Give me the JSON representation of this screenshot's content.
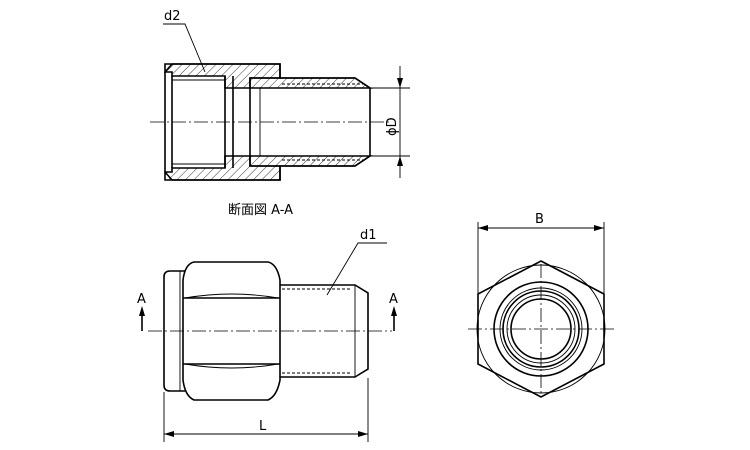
{
  "labels": {
    "d2": "d2",
    "phiD": "ϕD",
    "section_title": "断面図 A-A",
    "d1": "d1",
    "B": "B",
    "section_mark_left": "A",
    "section_mark_right": "A",
    "L": "L"
  }
}
